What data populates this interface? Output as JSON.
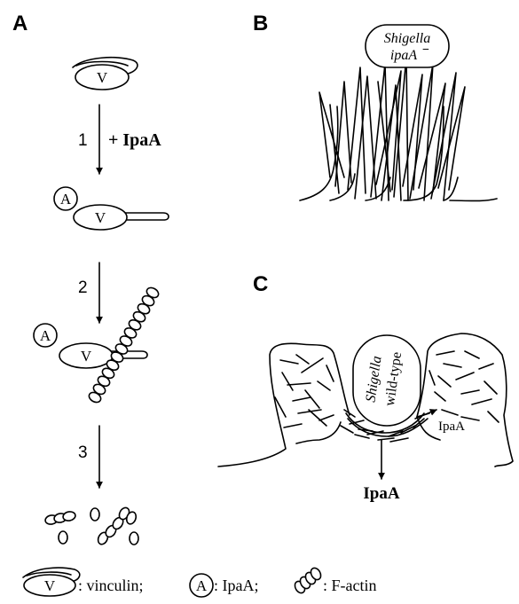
{
  "panels": {
    "a": "A",
    "b": "B",
    "c": "C"
  },
  "panel_a": {
    "vinculin_letter": "V",
    "ipaa_letter": "A",
    "step1": "1",
    "step1_label": "+ IpaA",
    "step2": "2",
    "step3": "3"
  },
  "panel_b": {
    "bacterium_line1": "Shigella",
    "bacterium_line2": "ipaA",
    "bacterium_superscript": "−"
  },
  "panel_c": {
    "bacterium_line1": "Shigella",
    "bacterium_line2": "wild-type",
    "ipaa_small": "IpaA",
    "ipaa_bold": "IpaA"
  },
  "legend": {
    "vinculin_symbol": "V",
    "vinculin_text": ": vinculin;",
    "ipaa_symbol": "A",
    "ipaa_text": ": IpaA;",
    "factin_text": ": F-actin"
  },
  "colors": {
    "ink": "#000000",
    "background": "#ffffff"
  }
}
